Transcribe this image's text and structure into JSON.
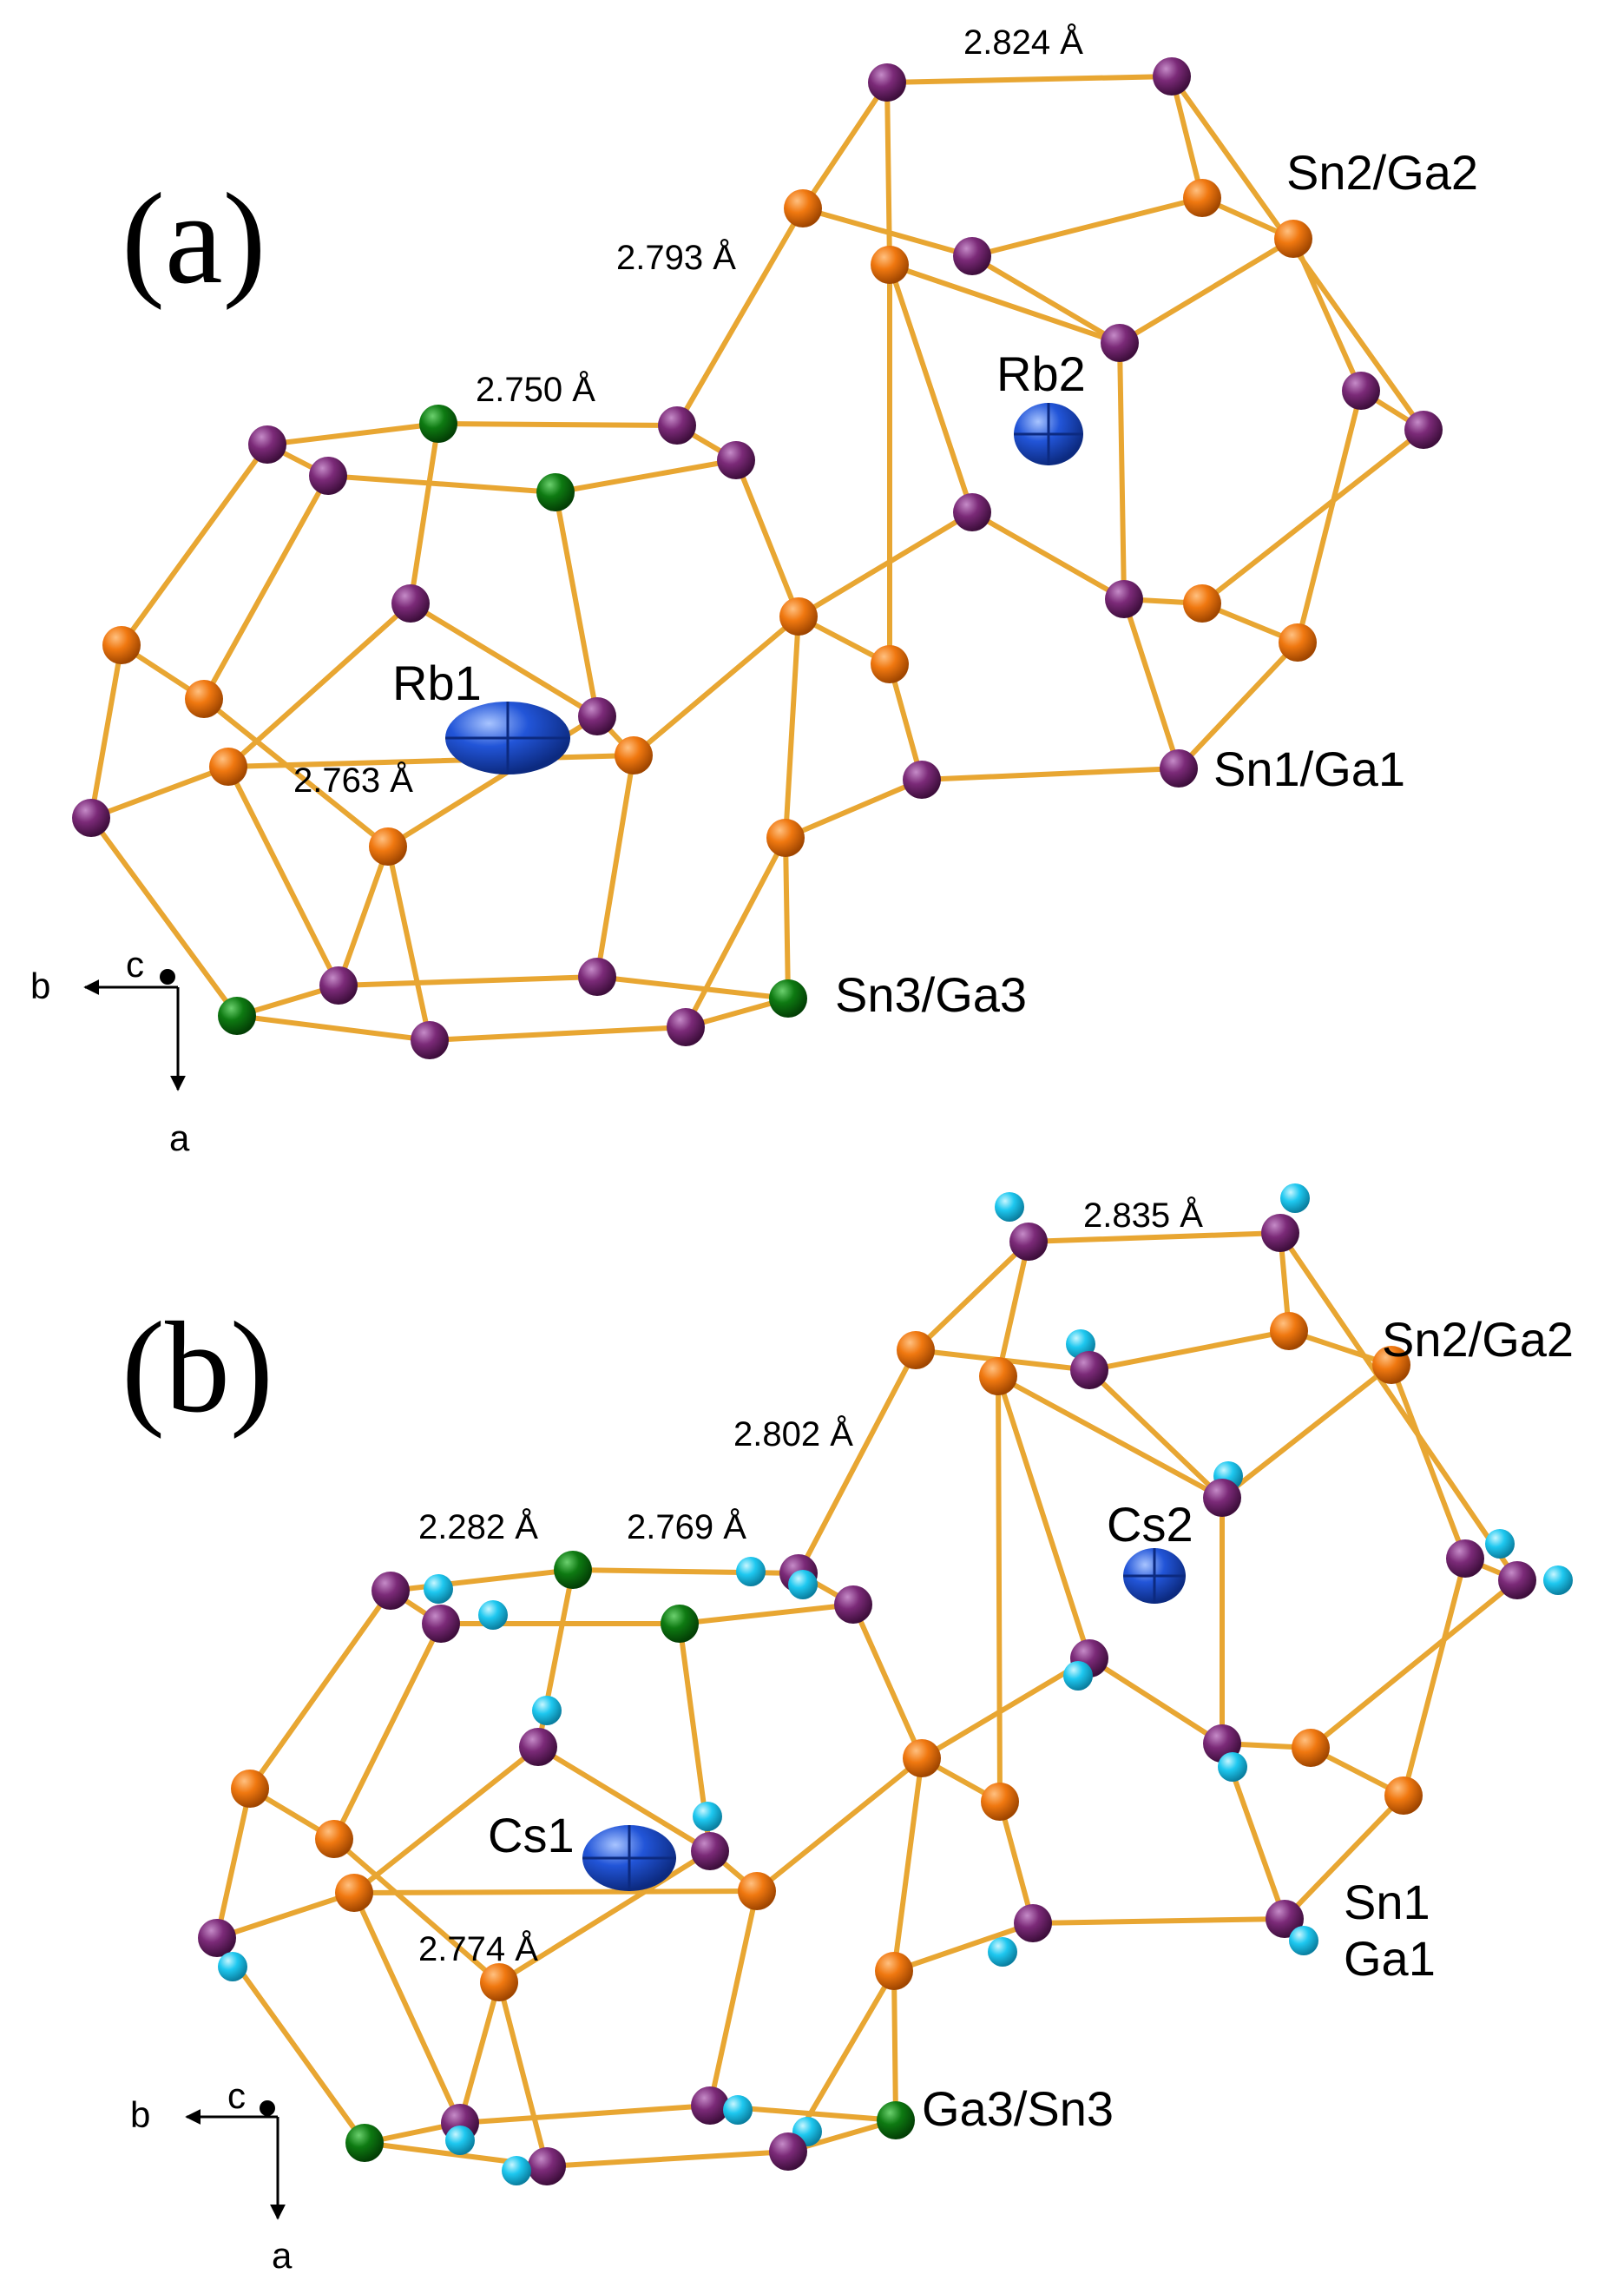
{
  "colors": {
    "bond": "#F0A830",
    "sn_site": "#7B2A78",
    "ga_site": "#F07810",
    "site3": "#0E7A12",
    "ga_split": "#1EC8F0",
    "cation": "#2255D8",
    "background": "#FFFFFF"
  },
  "panel_a": {
    "label": "(a)",
    "distances": {
      "d1": "2.824 Å",
      "d2": "2.793 Å",
      "d3": "2.750 Å",
      "d4": "2.763 Å"
    },
    "sites": {
      "site2": "Sn2/Ga2",
      "site1": "Sn1/Ga1",
      "site3": "Sn3/Ga3",
      "guest1": "Rb1",
      "guest2": "Rb2"
    },
    "axes": {
      "b": "b",
      "c": "c",
      "a": "a"
    }
  },
  "panel_b": {
    "label": "(b)",
    "distances": {
      "d1": "2.835 Å",
      "d2": "2.802 Å",
      "d3": "2.282 Å",
      "d4": "2.769 Å",
      "d5": "2.774 Å"
    },
    "sites": {
      "site2": "Sn2/Ga2",
      "site1_sn": "Sn1",
      "site1_ga": "Ga1",
      "site3": "Ga3/Sn3",
      "guest1": "Cs1",
      "guest2": "Cs2"
    },
    "axes": {
      "b": "b",
      "c": "c",
      "a": "a"
    }
  }
}
